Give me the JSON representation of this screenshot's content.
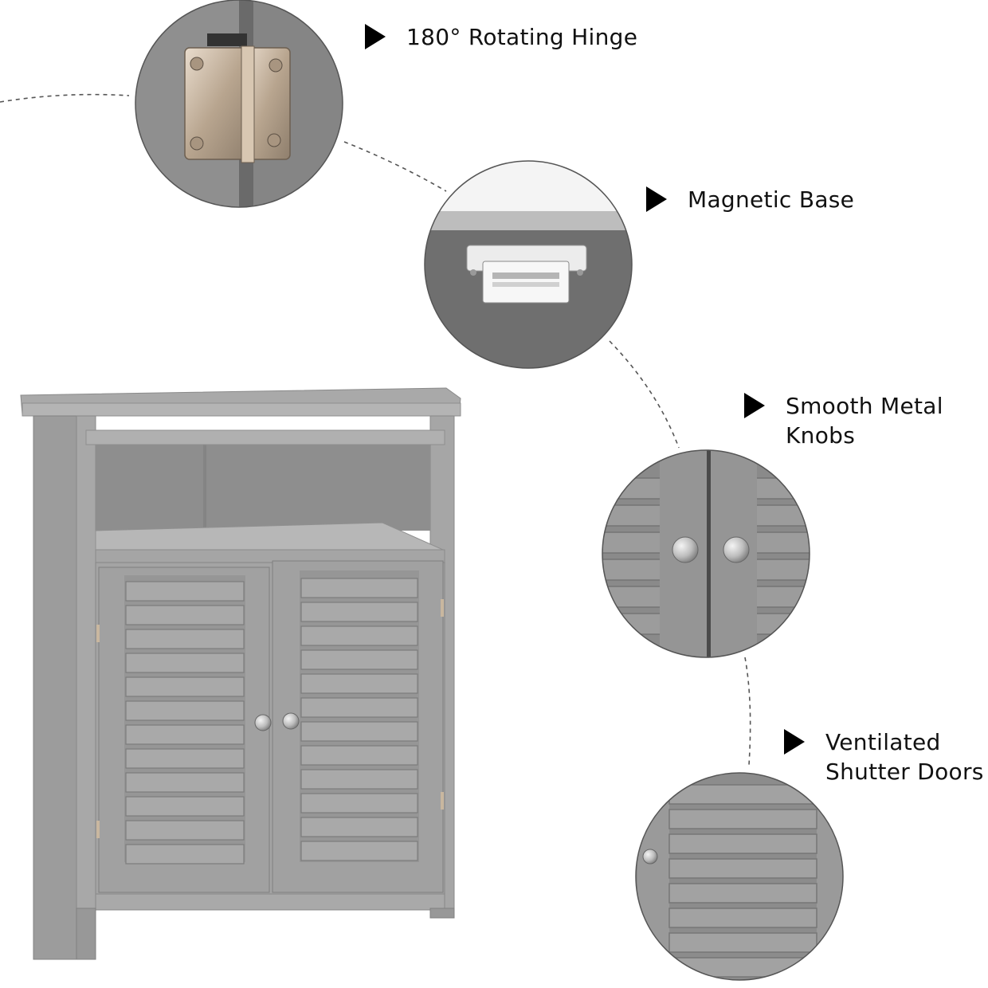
{
  "features": [
    {
      "id": "hinge",
      "label": "180° Rotating Hinge"
    },
    {
      "id": "magnet",
      "label": "Magnetic Base"
    },
    {
      "id": "knobs",
      "label": "Smooth Metal\nKnobs"
    },
    {
      "id": "shutter",
      "label": "Ventilated\nShutter Doors"
    }
  ],
  "icons": {
    "pointer": "triangle-right-icon"
  },
  "colors": {
    "cabinet": "#a3a3a3",
    "cabinet_dark": "#7d7d7d",
    "background": "#ffffff",
    "text": "#111111"
  }
}
